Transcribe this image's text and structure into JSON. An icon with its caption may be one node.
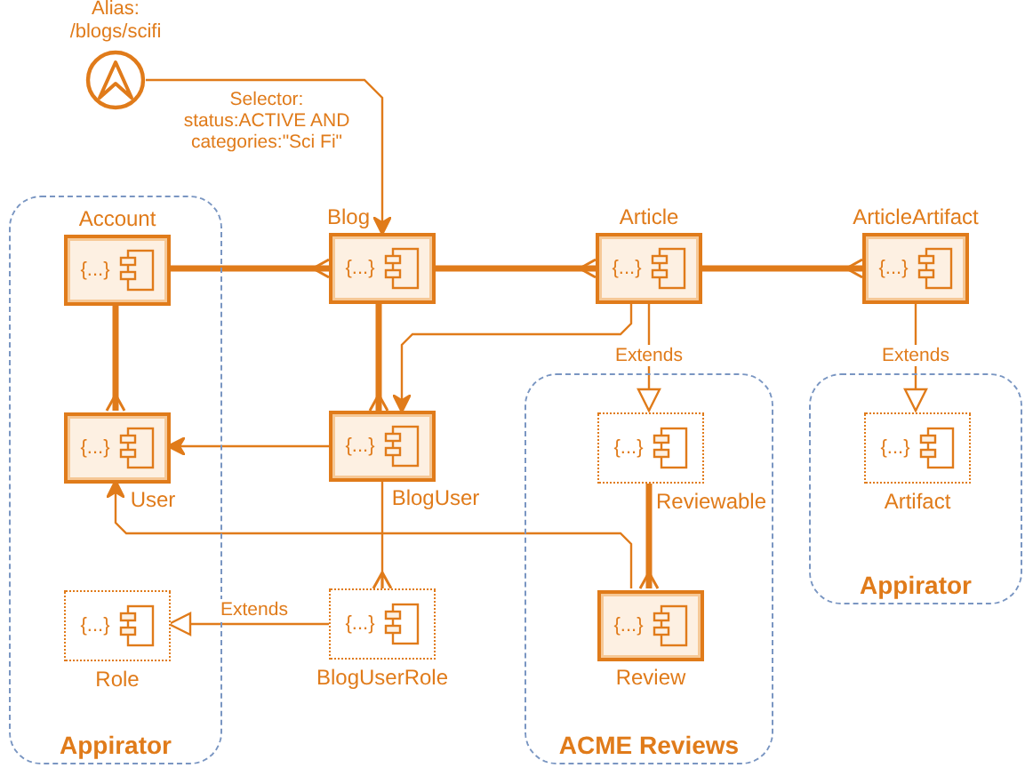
{
  "diagram": {
    "nodes": [
      {
        "text": [
          "Alias: /blogs/scifi"
        ]
      },
      {
        "text": [
          "Appirator"
        ]
      },
      {
        "text": [
          "Account",
          "{...}"
        ],
        "in": 1
      },
      {
        "text": [
          "Blog",
          "{...}"
        ]
      },
      {
        "text": [
          "Article",
          "{...}"
        ]
      },
      {
        "text": [
          "ArticleArtifact",
          "{...}"
        ]
      },
      {
        "text": [
          "ACME Reviews"
        ]
      },
      {
        "text": [
          "Appirator"
        ]
      },
      {
        "text": [
          "{...}",
          "User"
        ],
        "in": 1
      },
      {
        "text": [
          "{...}",
          "BlogUser"
        ]
      },
      {
        "text": [
          "{...}",
          "Reviewable"
        ],
        "in": 6
      },
      {
        "text": [
          "{...}",
          "Artifact"
        ],
        "in": 7
      },
      {
        "text": [
          "{...}",
          "Role"
        ],
        "in": 1
      },
      {
        "text": [
          "{...}",
          "BlogUserRole"
        ]
      },
      {
        "text": [
          "{...}",
          "Review"
        ],
        "in": 6
      }
    ],
    "edges": [
      {
        "from": 0,
        "to": 3,
        "arrow": "to",
        "label": "Selector: status:ACTIVE AND categories:\"Sci Fi\""
      },
      {
        "from": 2,
        "to": 3,
        "arrow": "other",
        "style": "thick"
      },
      {
        "from": 3,
        "to": 4,
        "arrow": "other",
        "style": "thick"
      },
      {
        "from": 4,
        "to": 5,
        "arrow": "other",
        "style": "thick"
      },
      {
        "from": 2,
        "to": 8,
        "arrow": "other",
        "style": "thick"
      },
      {
        "from": 3,
        "to": 9,
        "arrow": "other",
        "style": "thick"
      },
      {
        "from": 4,
        "to": 9,
        "arrow": "to"
      },
      {
        "from": 9,
        "to": 8,
        "arrow": "to"
      },
      {
        "from": 4,
        "to": 10,
        "arrow": "to",
        "label": "Extends"
      },
      {
        "from": 5,
        "to": 11,
        "arrow": "to",
        "label": "Extends"
      },
      {
        "from": 9,
        "to": 13,
        "arrow": "other"
      },
      {
        "from": 13,
        "to": 12,
        "arrow": "to",
        "label": "Extends"
      },
      {
        "from": 10,
        "to": 14,
        "arrow": "other",
        "style": "thick"
      },
      {
        "from": 14,
        "to": 8,
        "arrow": "to"
      }
    ]
  }
}
